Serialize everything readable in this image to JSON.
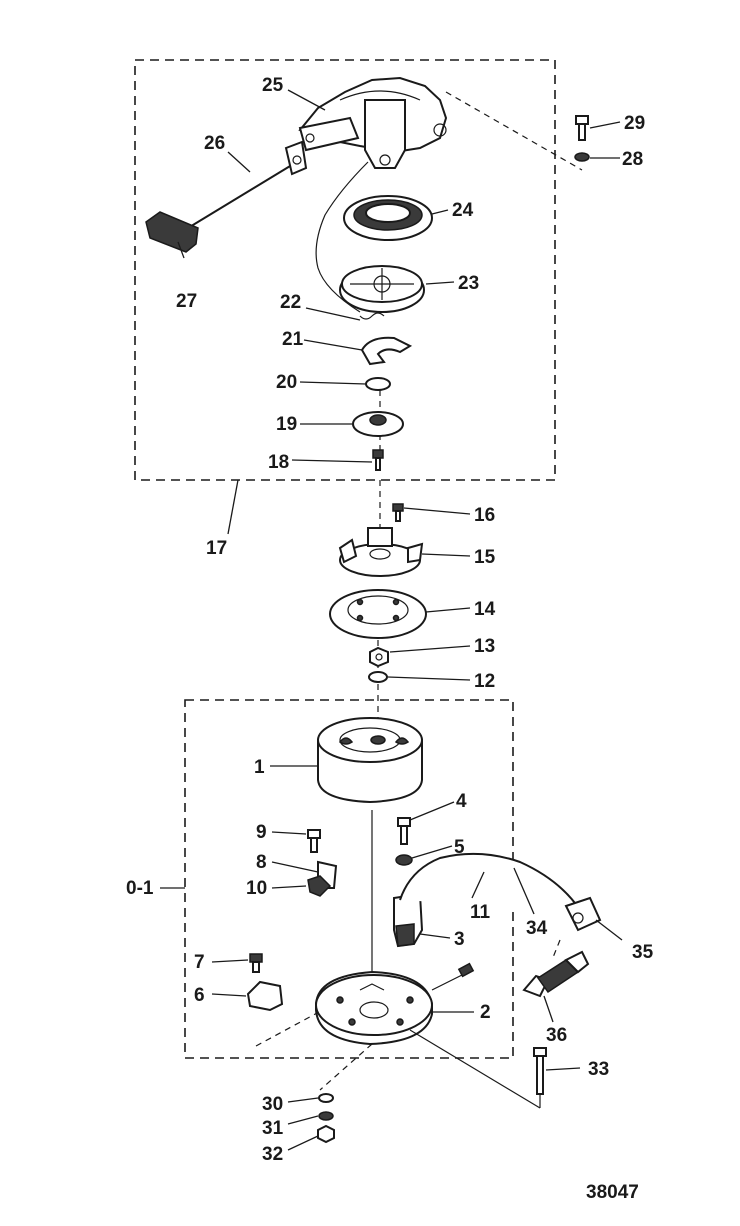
{
  "figure_id": "38047",
  "callouts": {
    "c0_1": "0-1",
    "c1": "1",
    "c2": "2",
    "c3": "3",
    "c4": "4",
    "c5": "5",
    "c6": "6",
    "c7": "7",
    "c8": "8",
    "c9": "9",
    "c10": "10",
    "c11": "11",
    "c12": "12",
    "c13": "13",
    "c14": "14",
    "c15": "15",
    "c16": "16",
    "c17": "17",
    "c18": "18",
    "c19": "19",
    "c20": "20",
    "c21": "21",
    "c22": "22",
    "c23": "23",
    "c24": "24",
    "c25": "25",
    "c26": "26",
    "c27": "27",
    "c28": "28",
    "c29": "29",
    "c30": "30",
    "c31": "31",
    "c32": "32",
    "c33": "33",
    "c34": "34",
    "c35": "35",
    "c36": "36"
  }
}
